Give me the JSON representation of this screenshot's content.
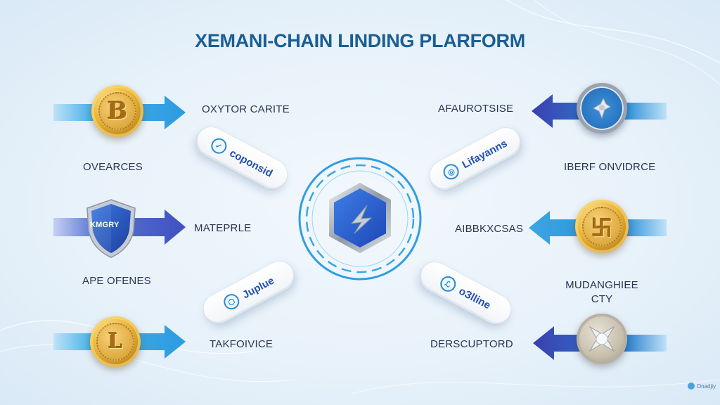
{
  "title": "XEMANI-CHAIN LINDING PLARFORM",
  "colors": {
    "title": "#1b5e93",
    "arrow_light": "#3aa6e2",
    "arrow_dark": "#3a3fb0",
    "pill_text": "#2450b0",
    "label_text": "#2a3550"
  },
  "left": {
    "items": [
      {
        "icon": "bitcoin-coin-icon",
        "glyph": "B",
        "label": "OXYTOR CARITE",
        "sub_label": "OVEARCES"
      },
      {
        "icon": "shield-icon",
        "glyph": "KMGRY",
        "label": "MATEPRLE",
        "sub_label": "APE OFENES"
      },
      {
        "icon": "gold-coin-icon",
        "glyph": "L",
        "label": "TAKFOIVICE"
      }
    ]
  },
  "right": {
    "items": [
      {
        "icon": "blue-coin-icon",
        "label": "AFAUROTSISE",
        "sub_label": "IBERF ONVIDRCE"
      },
      {
        "icon": "gold-coin-icon",
        "glyph": "卐",
        "label": "AIBBKXCSAS",
        "sub_label_line1": "MUDANGHIEE",
        "sub_label_line2": "CTY"
      },
      {
        "icon": "silver-star-coin-icon",
        "label": "DERSCUPTORD"
      }
    ]
  },
  "pills": [
    {
      "icon": "coin-badge-icon",
      "glyph": "✓",
      "label": "coponsid"
    },
    {
      "icon": "globe-badge-icon",
      "glyph": "◎",
      "label": "Lifayanns"
    },
    {
      "icon": "hex-badge-icon",
      "glyph": "⬡",
      "label": "Juplue"
    },
    {
      "icon": "person-badge-icon",
      "glyph": "ℒ",
      "label": "oЗlline"
    }
  ],
  "hub": {
    "icon": "lightning-hexagon-icon"
  },
  "watermark": {
    "text": "Dnadjiy"
  }
}
